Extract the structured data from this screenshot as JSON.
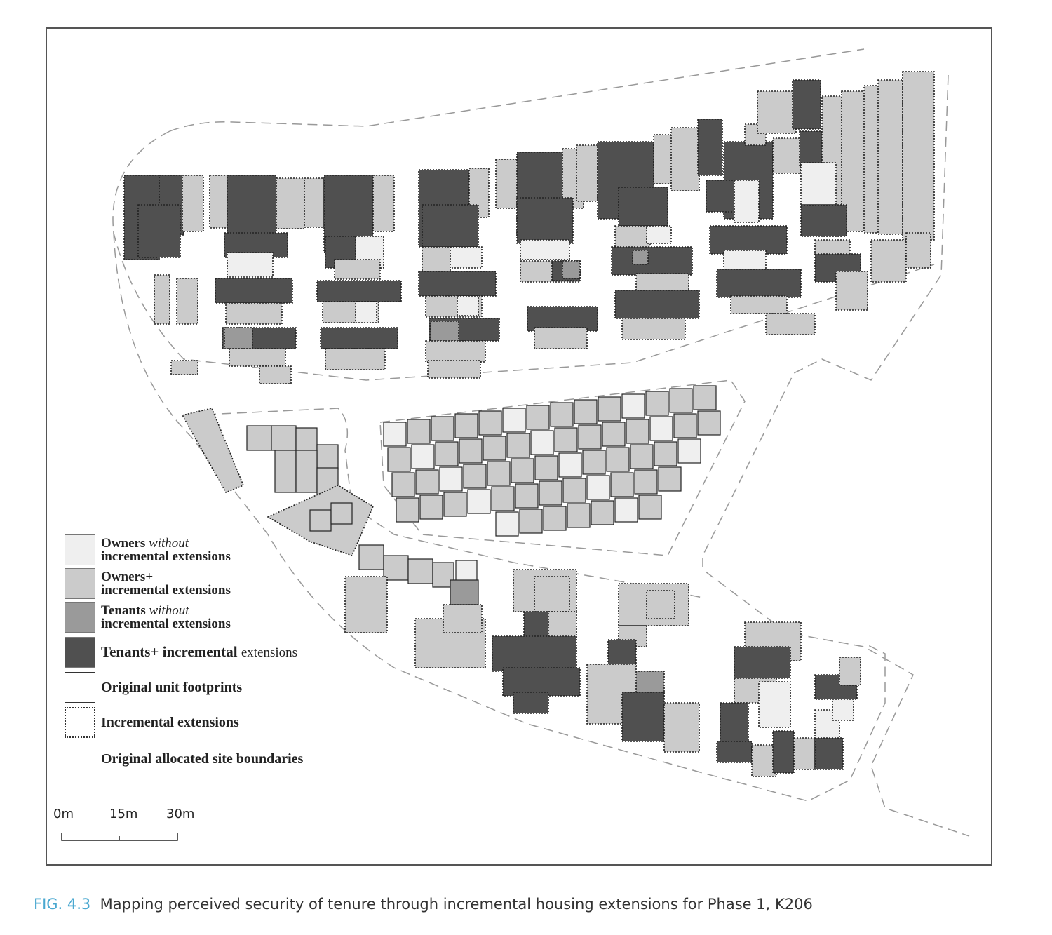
{
  "legend": {
    "items": [
      {
        "main": "Owners",
        "italic": "without",
        "line2": "incremental extensions",
        "color": "#efefef",
        "style": "solid"
      },
      {
        "main": "Owners+",
        "italic": "",
        "line2": "incremental extensions",
        "color": "#cbcbcb",
        "style": "solid"
      },
      {
        "main": "Tenants",
        "italic": "without",
        "line2": "incremental extensions",
        "color": "#9a9a9a",
        "style": "solid"
      },
      {
        "main": "Tenants+ incremental",
        "italic": "",
        "line2": "extensions",
        "color": "#505050",
        "style": "solid"
      },
      {
        "main": "Original unit footprints",
        "italic": "",
        "line2": "",
        "color": "#ffffff",
        "style": "solid"
      },
      {
        "main": "Incremental extensions",
        "italic": "",
        "line2": "",
        "color": "#ffffff",
        "style": "dotted"
      },
      {
        "main": "Original allocated site boundaries",
        "italic": "",
        "line2": "",
        "color": "#ffffff",
        "style": "dashed"
      }
    ]
  },
  "scale": {
    "labels": [
      "0m",
      "15m",
      "30m"
    ]
  },
  "caption": {
    "fig": "FIG. 4.3",
    "text": "Mapping perceived security of tenure through incremental housing extensions for Phase 1, K206"
  },
  "colors": {
    "owner_plain": "#efefef",
    "owner_ext": "#cbcbcb",
    "tenant_plain": "#9a9a9a",
    "tenant_ext": "#505050",
    "caption_accent": "#4aa8d0"
  }
}
